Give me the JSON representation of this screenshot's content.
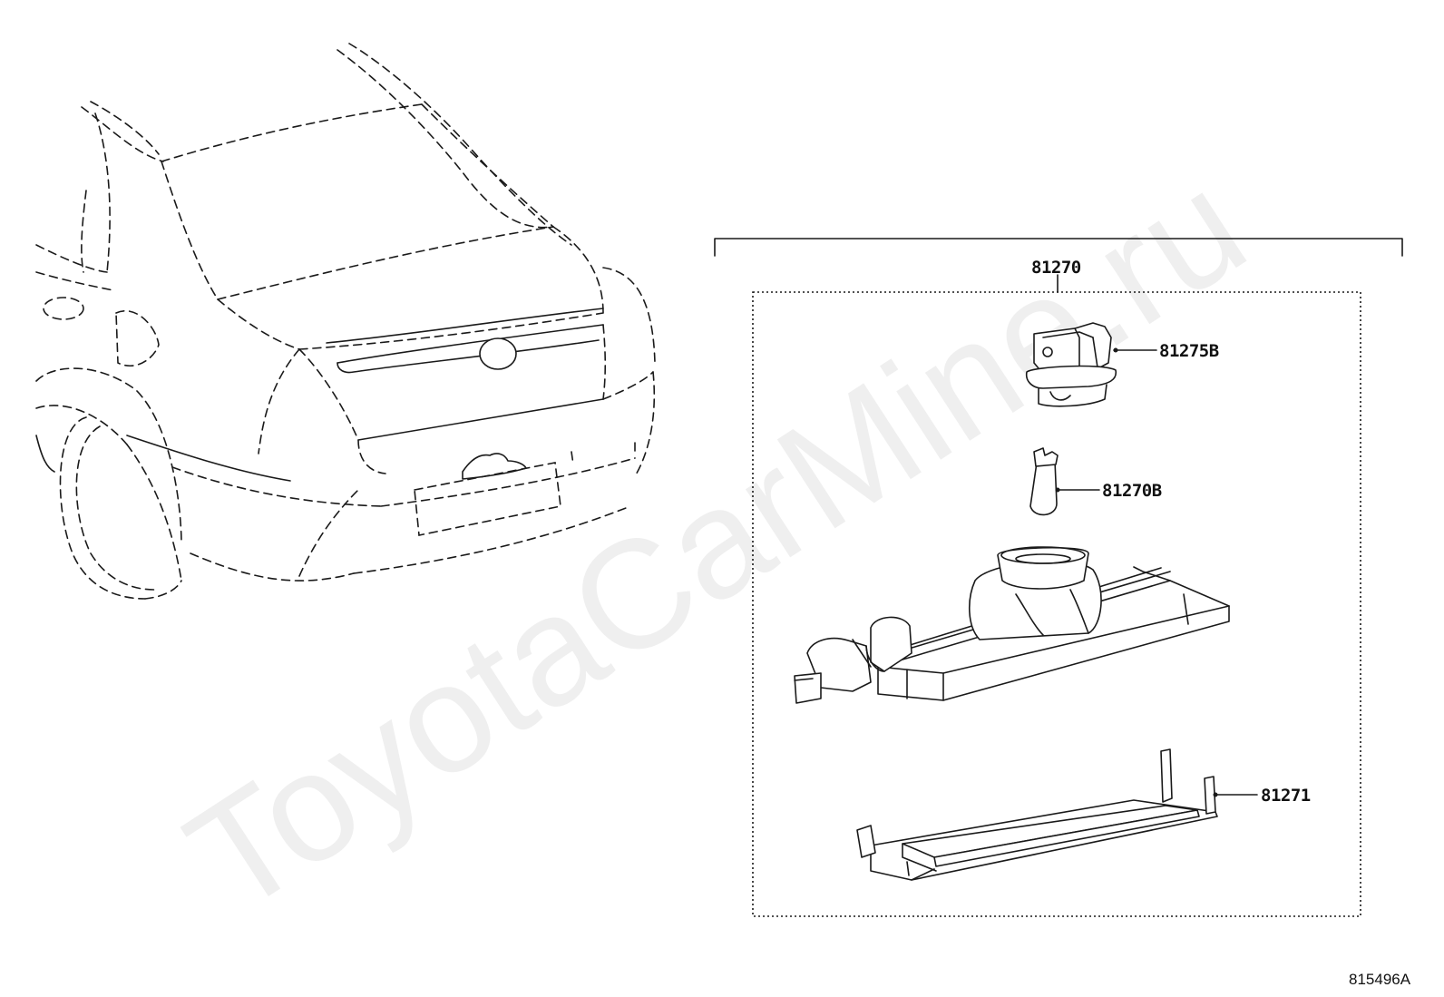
{
  "labels": {
    "assembly": "81270",
    "socket": "81275B",
    "bulb": "81270B",
    "lens": "81271"
  },
  "diagram_id": "815496A",
  "watermark": "ToyotaCarMine.ru"
}
